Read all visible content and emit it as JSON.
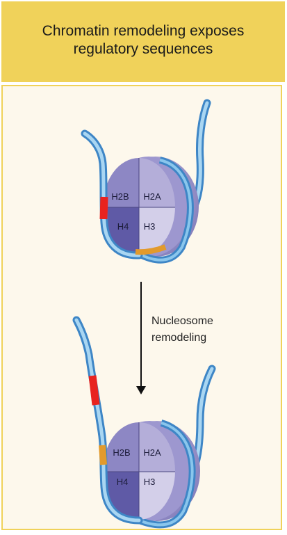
{
  "title": "Chromatin remodeling exposes regulatory sequences",
  "arrow_label_line1": "Nucleosome",
  "arrow_label_line2": "remodeling",
  "histones": [
    "H2B",
    "H2A",
    "H4",
    "H3"
  ],
  "colors": {
    "title_bg": "#f0d25a",
    "panel_bg": "#fdf8ec",
    "dna": "#6fb3e2",
    "dna_dark": "#3b82c4",
    "regulatory_red": "#e8231f",
    "regulatory_orange": "#e29a2c",
    "h2b": "#8d87c4",
    "h2a": "#b4aed9",
    "h4": "#5f5aa6",
    "h3": "#d3cfe9"
  }
}
